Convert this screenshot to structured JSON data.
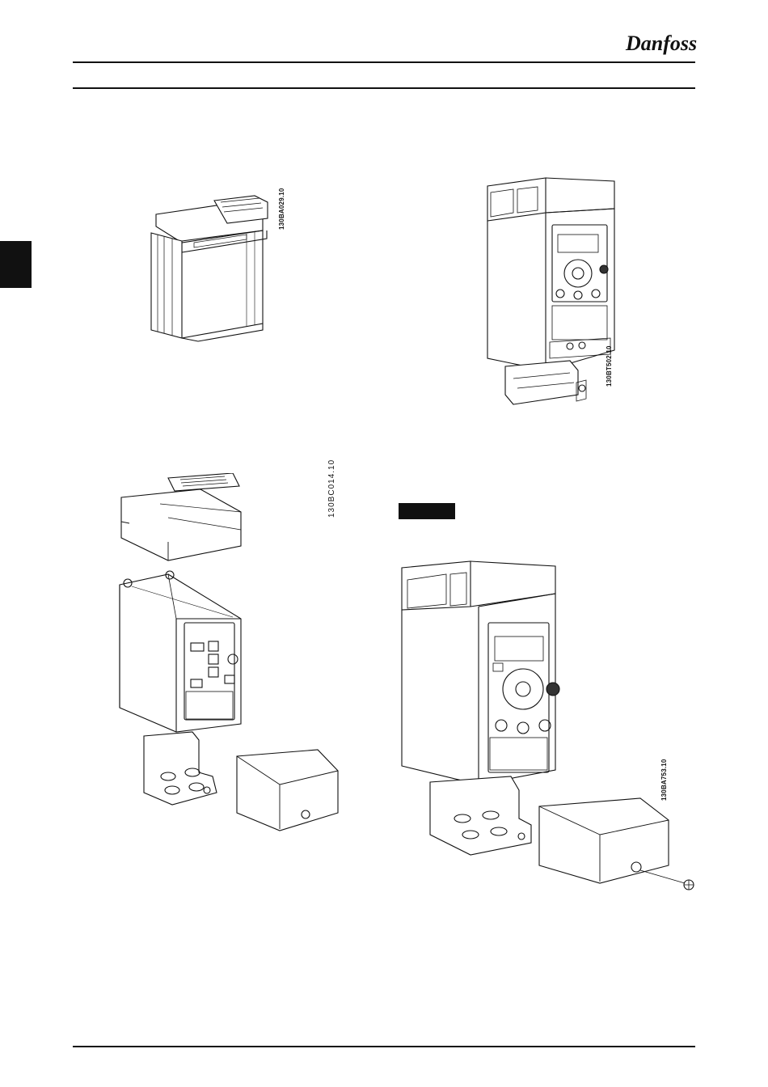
{
  "header": {
    "logo_text": "Danfoss"
  },
  "figures": [
    {
      "code": "130BA029.10"
    },
    {
      "code": "130BT502.10"
    },
    {
      "code": "130BC014.10"
    },
    {
      "code": "130BA753.10"
    }
  ]
}
